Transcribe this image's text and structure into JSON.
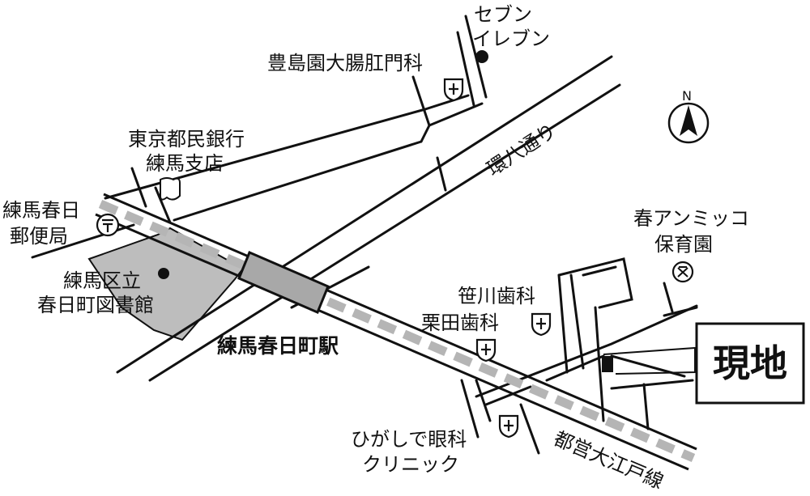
{
  "labels": {
    "seven_eleven": [
      "セブン",
      "イレブン"
    ],
    "clinic_colon": "豊島園大腸肛門科",
    "kanpachi": "環八通り",
    "bank": [
      "東京都民銀行",
      "練馬支店"
    ],
    "post_office": [
      "練馬春日",
      "郵便局"
    ],
    "library": [
      "練馬区立",
      "春日町図書館"
    ],
    "station": "練馬春日町駅",
    "nursery": [
      "春アンミッコ",
      "保育園"
    ],
    "dental_sasakawa": "笹川歯科",
    "dental_kurita": "栗田歯科",
    "eye_clinic": [
      "ひがしで眼科",
      "クリニック"
    ],
    "subway_line": "都営大江戸線",
    "genchi": "現地",
    "north": "N"
  },
  "colors": {
    "ink": "#111111",
    "library_fill": "#bdbdbd",
    "station_fill": "#a8a8a8",
    "rail_dash": "#b5b5b5"
  },
  "icons": {
    "hospital": "cross-in-shield-icon",
    "post": "post-office-icon",
    "bank": "bank-icon",
    "nursery": "nursery-icon",
    "store": "dot-icon",
    "north": "north-arrow-icon",
    "site": "site-marker-icon"
  }
}
